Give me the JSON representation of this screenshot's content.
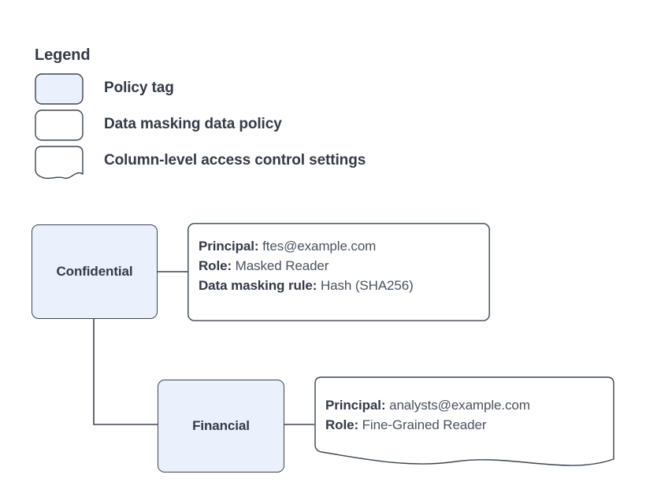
{
  "legend": {
    "title": "Legend",
    "items": [
      {
        "shape": "policy-tag-swatch",
        "label": "Policy tag"
      },
      {
        "shape": "data-policy-swatch",
        "label": "Data masking data policy"
      },
      {
        "shape": "access-settings-swatch",
        "label": "Column-level access control settings"
      }
    ]
  },
  "colors": {
    "tag_fill": "#eaf1fd",
    "stroke": "#3d4450",
    "box_stroke": "#3d4450",
    "text": "#343a46",
    "value_text": "#4a525e",
    "background": "#ffffff"
  },
  "diagram": {
    "nodes": [
      {
        "id": "confidential",
        "label": "Confidential",
        "type": "policy-tag"
      },
      {
        "id": "financial",
        "label": "Financial",
        "type": "policy-tag"
      }
    ],
    "boxes": [
      {
        "id": "masking-policy",
        "type": "data-masking-data-policy",
        "lines": [
          {
            "key": "Principal:",
            "value": "ftes@example.com"
          },
          {
            "key": "Role:",
            "value": "Masked Reader"
          },
          {
            "key": "Data masking rule:",
            "value": "Hash (SHA256)"
          }
        ]
      },
      {
        "id": "access-settings",
        "type": "column-level-access-control-settings",
        "lines": [
          {
            "key": "Principal:",
            "value": "analysts@example.com"
          },
          {
            "key": "Role:",
            "value": "Fine-Grained Reader"
          }
        ]
      }
    ],
    "edges": [
      {
        "from": "confidential",
        "to": "masking-policy"
      },
      {
        "from": "confidential",
        "to": "financial"
      },
      {
        "from": "financial",
        "to": "access-settings"
      }
    ]
  }
}
